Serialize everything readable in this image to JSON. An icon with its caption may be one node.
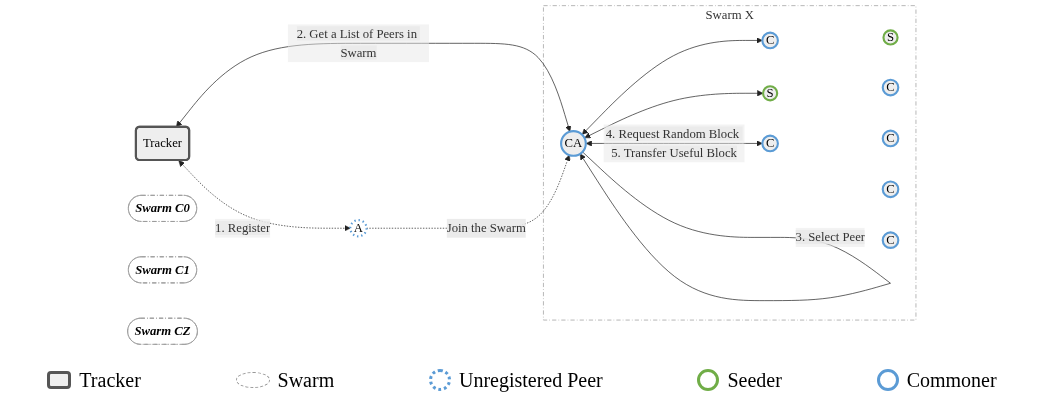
{
  "diagram": {
    "nodes": [
      {
        "text": [
          "Tracker"
        ]
      },
      {
        "text": [
          "A"
        ]
      },
      {
        "text": [
          "Swarm C0"
        ]
      },
      {
        "text": [
          "Swarm C1"
        ]
      },
      {
        "text": [
          "Swarm CZ"
        ]
      },
      {
        "text": [
          "Swarm X"
        ]
      },
      {
        "text": [
          "CA"
        ],
        "in": 5
      },
      {
        "text": [
          "S"
        ],
        "in": 5
      },
      {
        "text": [
          "C"
        ],
        "in": 5
      },
      {
        "text": [
          "C"
        ],
        "in": 5
      },
      {
        "text": [
          "S"
        ],
        "in": 5
      },
      {
        "text": [
          "C"
        ],
        "in": 5
      },
      {
        "text": [
          "C"
        ],
        "in": 5
      },
      {
        "text": [
          "C"
        ],
        "in": 5
      },
      {
        "text": [
          "C"
        ],
        "in": 5
      }
    ],
    "edges": [
      {
        "from": 0,
        "to": 1,
        "arrow": "both",
        "style": "dashed",
        "label": "1. Register"
      },
      {
        "from": 0,
        "to": 6,
        "arrow": "both",
        "label": "2. Get a List of Peers in Swarm"
      },
      {
        "from": 1,
        "to": 6,
        "arrow": "to",
        "style": "dashed",
        "label": "Join the Swarm"
      },
      {
        "from": 6,
        "to": 6,
        "arrow": "to",
        "label": "3. Select Peer"
      },
      {
        "from": 6,
        "to": 9,
        "arrow": "both"
      },
      {
        "from": 6,
        "to": 10,
        "arrow": "both"
      },
      {
        "from": 6,
        "to": 14,
        "arrow": "both",
        "label": "4. Request Random Block 5. Transfer Useful Block"
      }
    ],
    "legend": [
      {
        "text": "Tracker"
      },
      {
        "text": "Swarm"
      },
      {
        "text": "Unregistered Peer"
      },
      {
        "text": "Seeder"
      },
      {
        "text": "Commoner"
      }
    ]
  }
}
